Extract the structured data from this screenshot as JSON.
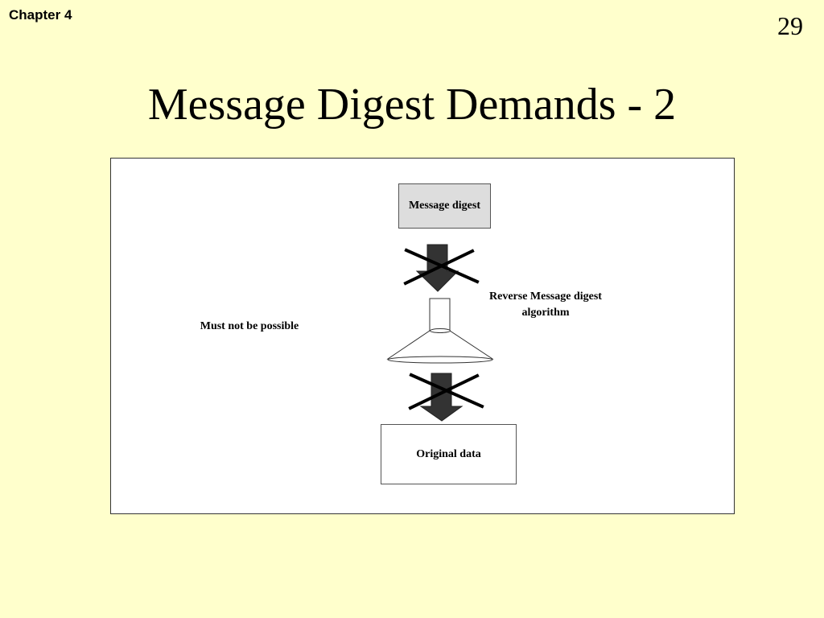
{
  "header": {
    "chapter": "Chapter 4",
    "page_number": "29"
  },
  "slide": {
    "title": "Message Digest Demands - 2"
  },
  "diagram": {
    "top_box": "Message digest",
    "bottom_box": "Original data",
    "algorithm_label": "Reverse Message digest algorithm",
    "side_label": "Must not be possible",
    "colors": {
      "slide_background": "#ffffcc",
      "digest_box_fill": "#dddddd",
      "arrow_fill": "#333333",
      "cross_stroke": "#000000"
    }
  }
}
